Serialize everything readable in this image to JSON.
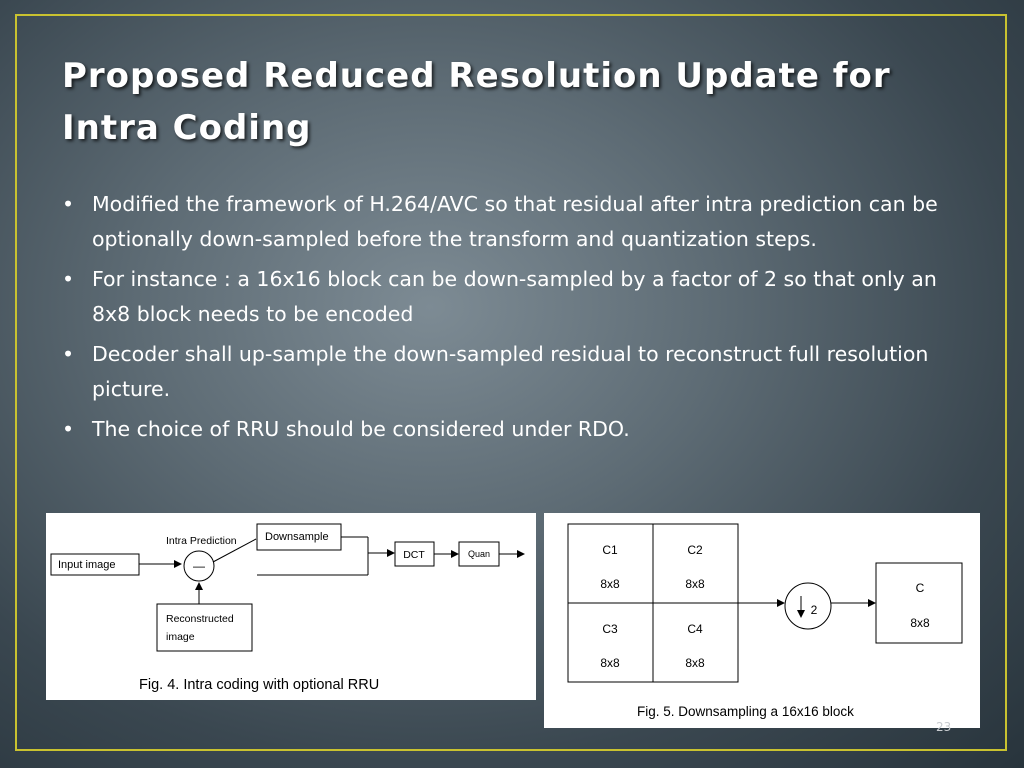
{
  "slide": {
    "title": "Proposed Reduced Resolution Update for Intra Coding",
    "bullets": [
      "Modified the framework of H.264/AVC so that residual after intra prediction can be optionally down-sampled before the transform and quantization steps.",
      "For instance : a 16x16 block can be down-sampled by a factor of 2 so that only an 8x8 block needs to be encoded",
      "Decoder shall up-sample the down-sampled residual to reconstruct full resolution picture.",
      "The choice of RRU should be considered under RDO."
    ],
    "slide_number": "23",
    "bullet_symbol": "•"
  },
  "figure4": {
    "input_label": "Input image",
    "intra_prediction_label": "Intra Prediction",
    "subtract_symbol": "—",
    "downsample_label": "Downsample",
    "dct_label": "DCT",
    "quan_label": "Quan",
    "reconstructed_line1": "Reconstructed",
    "reconstructed_line2": "image",
    "caption": "Fig. 4. Intra coding with optional RRU"
  },
  "figure5": {
    "blocks": [
      {
        "name": "C1",
        "size": "8x8"
      },
      {
        "name": "C2",
        "size": "8x8"
      },
      {
        "name": "C3",
        "size": "8x8"
      },
      {
        "name": "C4",
        "size": "8x8"
      }
    ],
    "factor_label": "2",
    "result_name": "C",
    "result_size": "8x8",
    "caption": "Fig. 5. Downsampling a 16x16 block"
  },
  "colors": {
    "frame_border": "#c9c230",
    "text": "#ffffff",
    "background_center": "#7d8b94",
    "background_edge": "#28343c"
  }
}
